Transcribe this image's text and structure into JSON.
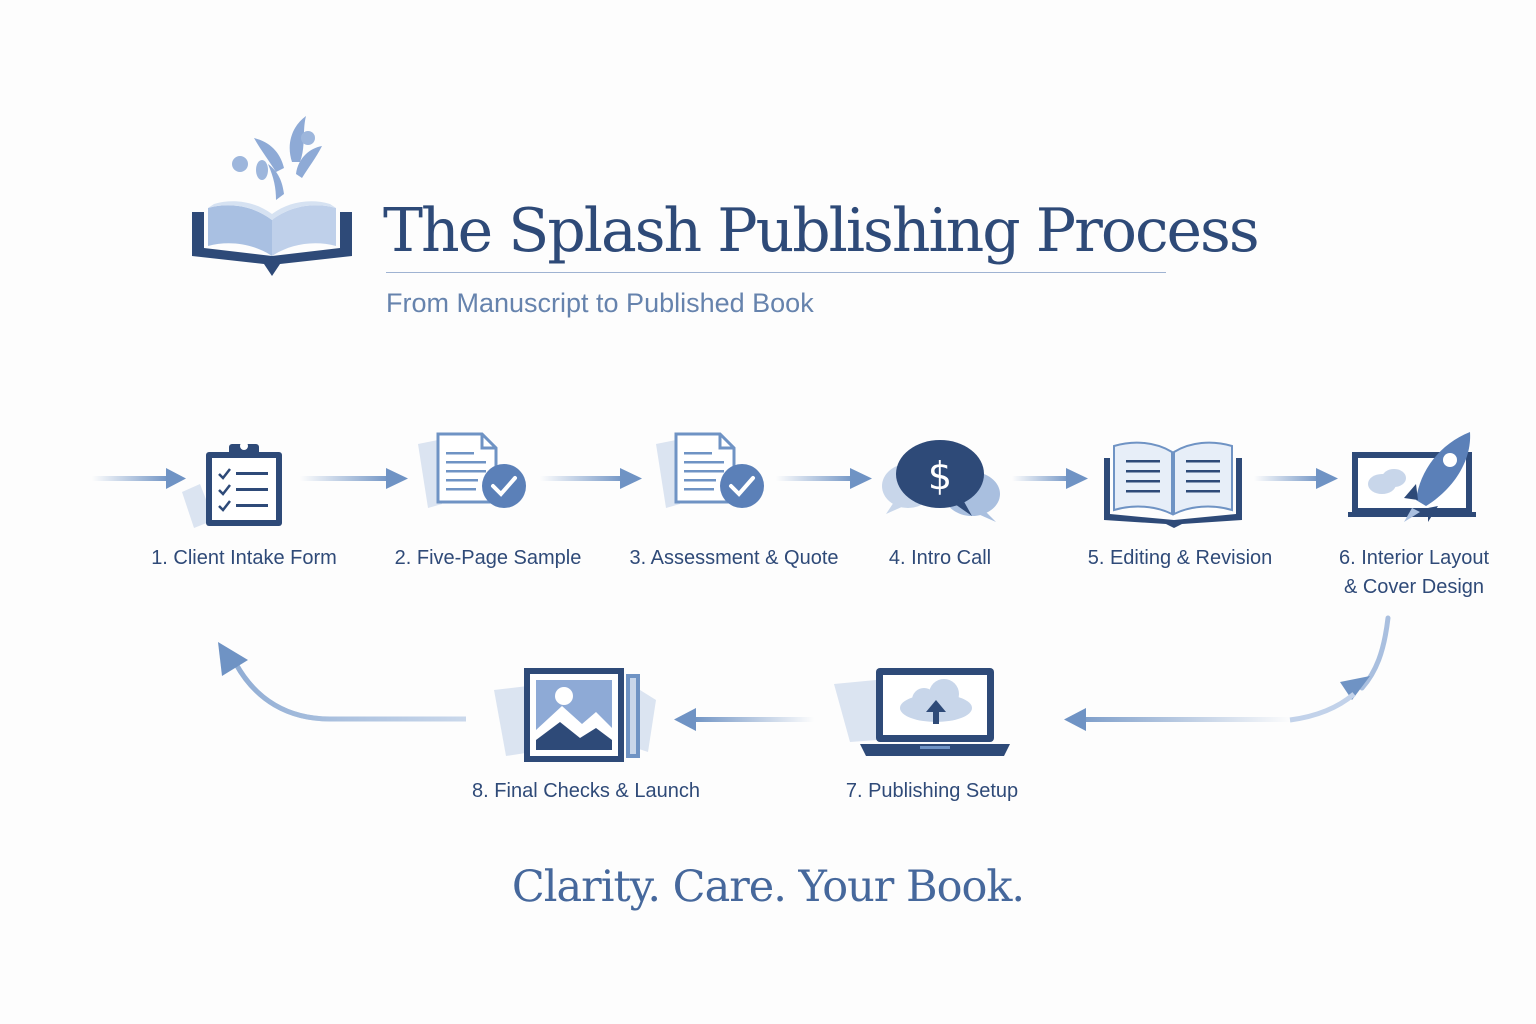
{
  "header": {
    "title": "The Splash Publishing Process",
    "subtitle": "From Manuscript to Published Book"
  },
  "steps": [
    {
      "label": "1. Client Intake Form",
      "icon": "clipboard-checklist-icon"
    },
    {
      "label": "2. Five-Page Sample",
      "icon": "document-check-icon"
    },
    {
      "label": "3. Assessment & Quote",
      "icon": "document-check-icon"
    },
    {
      "label": "4. Intro Call",
      "icon": "dollar-speech-bubble-icon"
    },
    {
      "label": "5. Editing & Revision",
      "icon": "open-book-icon"
    },
    {
      "label": "6. Interior Layout",
      "label_line2": "& Cover Design",
      "icon": "rocket-screen-icon"
    },
    {
      "label": "7. Publishing Setup",
      "icon": "laptop-cloud-upload-icon"
    },
    {
      "label": "8. Final Checks & Launch",
      "icon": "framed-landscape-icon"
    }
  ],
  "tagline": "Clarity. Care. Your Book.",
  "colors": {
    "navy": "#2e4a78",
    "mid_blue": "#6f93c4",
    "light_blue": "#c8d6ea",
    "text": "#2f4a78",
    "accent": "#4f79b5"
  }
}
